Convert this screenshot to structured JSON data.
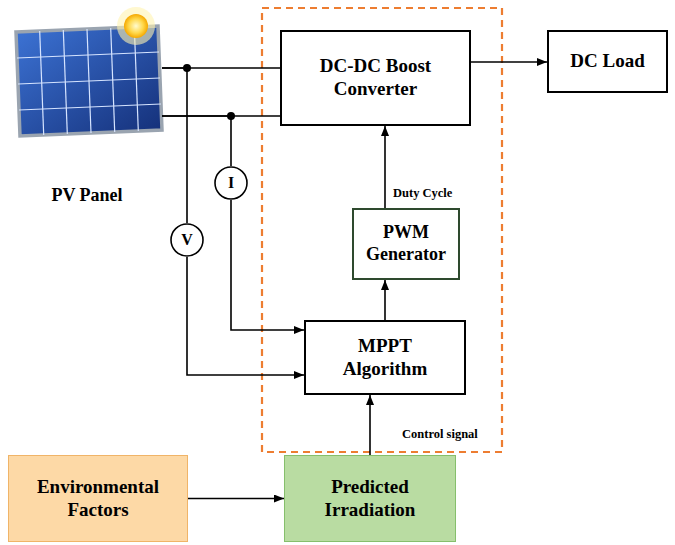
{
  "diagram": {
    "nodes": [
      {
        "text": [
          "PV Panel"
        ]
      },
      {
        "text": [
          "DC-DC Boost Converter"
        ]
      },
      {
        "text": [
          "DC Load"
        ]
      },
      {
        "text": [
          "I"
        ]
      },
      {
        "text": [
          "V"
        ]
      },
      {
        "text": [
          "PWM Generator"
        ]
      },
      {
        "text": [
          "MPPT Algorithm"
        ]
      },
      {
        "text": [
          "Environmental Factors"
        ]
      },
      {
        "text": [
          "Predicted Irradiation"
        ]
      }
    ],
    "edges": [
      {
        "from": 0,
        "to": 1,
        "arrow": "none"
      },
      {
        "from": 0,
        "to": 1,
        "arrow": "none"
      },
      {
        "from": 0,
        "to": 4,
        "arrow": "none"
      },
      {
        "from": 0,
        "to": 3,
        "arrow": "none"
      },
      {
        "from": 4,
        "to": 6,
        "arrow": "to"
      },
      {
        "from": 3,
        "to": 6,
        "arrow": "to"
      },
      {
        "from": 6,
        "to": 5,
        "arrow": "to"
      },
      {
        "from": 5,
        "to": 1,
        "label": "Duty Cycle",
        "arrow": "to"
      },
      {
        "from": 1,
        "to": 2,
        "arrow": "to"
      },
      {
        "from": 8,
        "to": 6,
        "label": "Control signal",
        "arrow": "to"
      },
      {
        "from": 7,
        "to": 8,
        "arrow": "to"
      }
    ]
  }
}
